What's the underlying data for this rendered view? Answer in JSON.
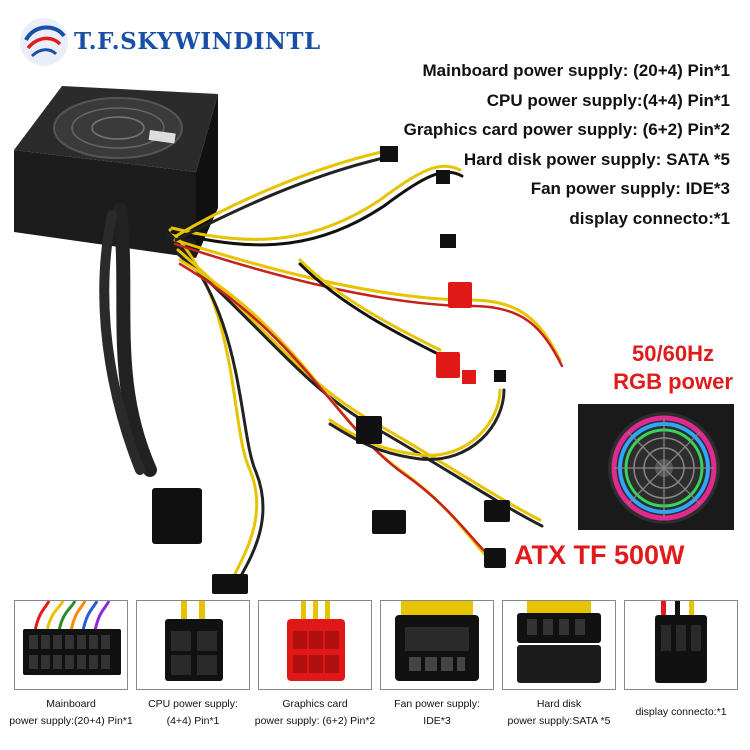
{
  "brand": {
    "name": "T.F.SKYWINDINTL",
    "logo_icon": "wind-spiral-logo-icon",
    "color": "#1a4fa8"
  },
  "specs": [
    "Mainboard power supply: (20+4) Pin*1",
    "CPU power supply:(4+4) Pin*1",
    "Graphics card power supply: (6+2) Pin*2",
    "Hard disk power supply: SATA *5",
    "Fan power supply: IDE*3",
    "display connecto:*1"
  ],
  "frequency": {
    "line1": "50/60Hz",
    "line2": "RGB power"
  },
  "model": "ATX TF 500W",
  "accent_color": "#e11b1b",
  "connectors": [
    {
      "id": "mainboard",
      "line1": "Mainboard",
      "line2": "power supply:(20+4) Pin*1"
    },
    {
      "id": "cpu",
      "line1": "CPU power supply:",
      "line2": "(4+4) Pin*1"
    },
    {
      "id": "graphics",
      "line1": "Graphics card",
      "line2": "power supply: (6+2) Pin*2"
    },
    {
      "id": "fan",
      "line1": "Fan power supply:",
      "line2": "IDE*3"
    },
    {
      "id": "hdd",
      "line1": "Hard disk",
      "line2": "power supply:SATA *5"
    },
    {
      "id": "display",
      "line1": "display connecto:*1",
      "line2": ""
    }
  ]
}
